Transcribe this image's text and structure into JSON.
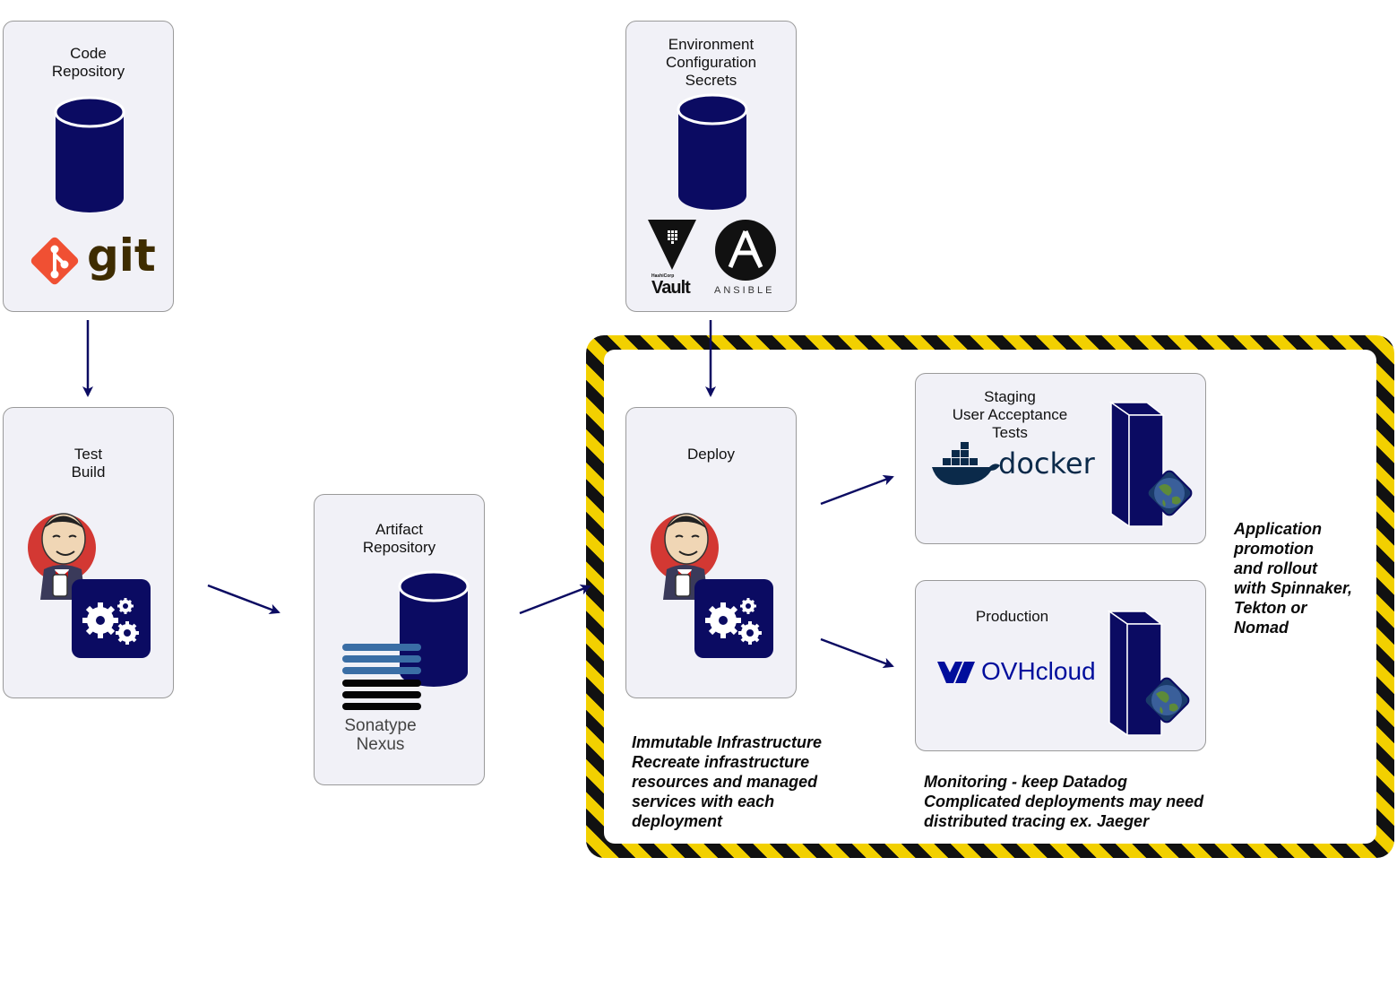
{
  "panels": {
    "code_repo": {
      "title": "Code\nRepository",
      "logo": "git"
    },
    "test_build": {
      "title": "Test\nBuild"
    },
    "artifact_repo": {
      "title": "Artifact\nRepository",
      "logo": "Sonatype\nNexus"
    },
    "env_config": {
      "title": "Environment\nConfiguration\nSecrets",
      "logos": [
        "Vault",
        "ANSIBLE"
      ],
      "vault_small": "HashiCorp"
    },
    "deploy": {
      "title": "Deploy"
    },
    "staging": {
      "title": "Staging\nUser Acceptance\nTests",
      "logo": "docker"
    },
    "production": {
      "title": "Production",
      "logo": "OVHcloud"
    }
  },
  "notes": {
    "immutable": "Immutable Infrastructure\nRecreate infrastructure\nresources and managed\nservices with each\ndeployment",
    "monitoring": "Monitoring - keep Datadog\nComplicated deployments may need\ndistributed tracing ex. Jaeger",
    "promotion": "Application\npromotion\nand rollout\nwith Spinnaker,\nTekton or\nNomad"
  },
  "icons": [
    "database-icon",
    "git-logo",
    "jenkins-icon",
    "gears-icon",
    "nexus-logo",
    "vault-logo",
    "ansible-logo",
    "docker-logo",
    "ovhcloud-logo",
    "server-icon",
    "globe-icon"
  ],
  "colors": {
    "navy": "#0b0b62",
    "panel_bg": "#f1f1f7",
    "hazard_yellow": "#f2d000",
    "hazard_black": "#111111",
    "git_orange": "#f05033"
  }
}
